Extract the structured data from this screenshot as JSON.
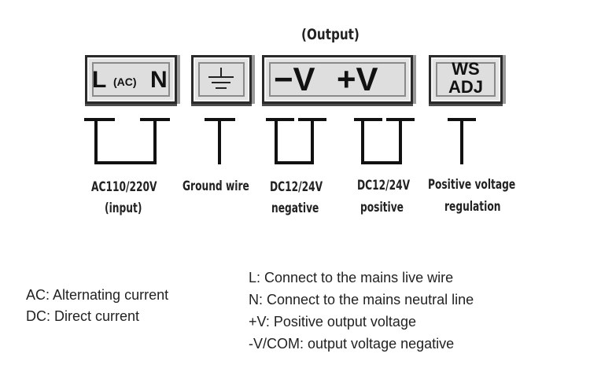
{
  "diagram": {
    "output_heading": "(Output)",
    "terminals": [
      {
        "id": "lacn",
        "text_L": "L",
        "text_mid": "(AC)",
        "text_N": "N",
        "label_line1": "AC110/220V",
        "label_line2": "(input)"
      },
      {
        "id": "ground",
        "icon": "ground-icon",
        "label_line1": "Ground wire",
        "label_line2": ""
      },
      {
        "id": "negative",
        "text": "−V",
        "label_line1": "DC12/24V",
        "label_line2": "negative"
      },
      {
        "id": "positive",
        "text": "+V",
        "label_line1": "DC12/24V",
        "label_line2": "positive"
      },
      {
        "id": "adj",
        "text_line1": "WS",
        "text_line2": "ADJ",
        "label_line1": "Positive voltage",
        "label_line2": "regulation"
      }
    ]
  },
  "legend_left": [
    "AC: Alternating current",
    "DC: Direct current"
  ],
  "legend_right": [
    "L: Connect to the mains live wire",
    "N: Connect to the mains neutral line",
    "+V: Positive output voltage",
    "-V/COM: output voltage negative"
  ]
}
